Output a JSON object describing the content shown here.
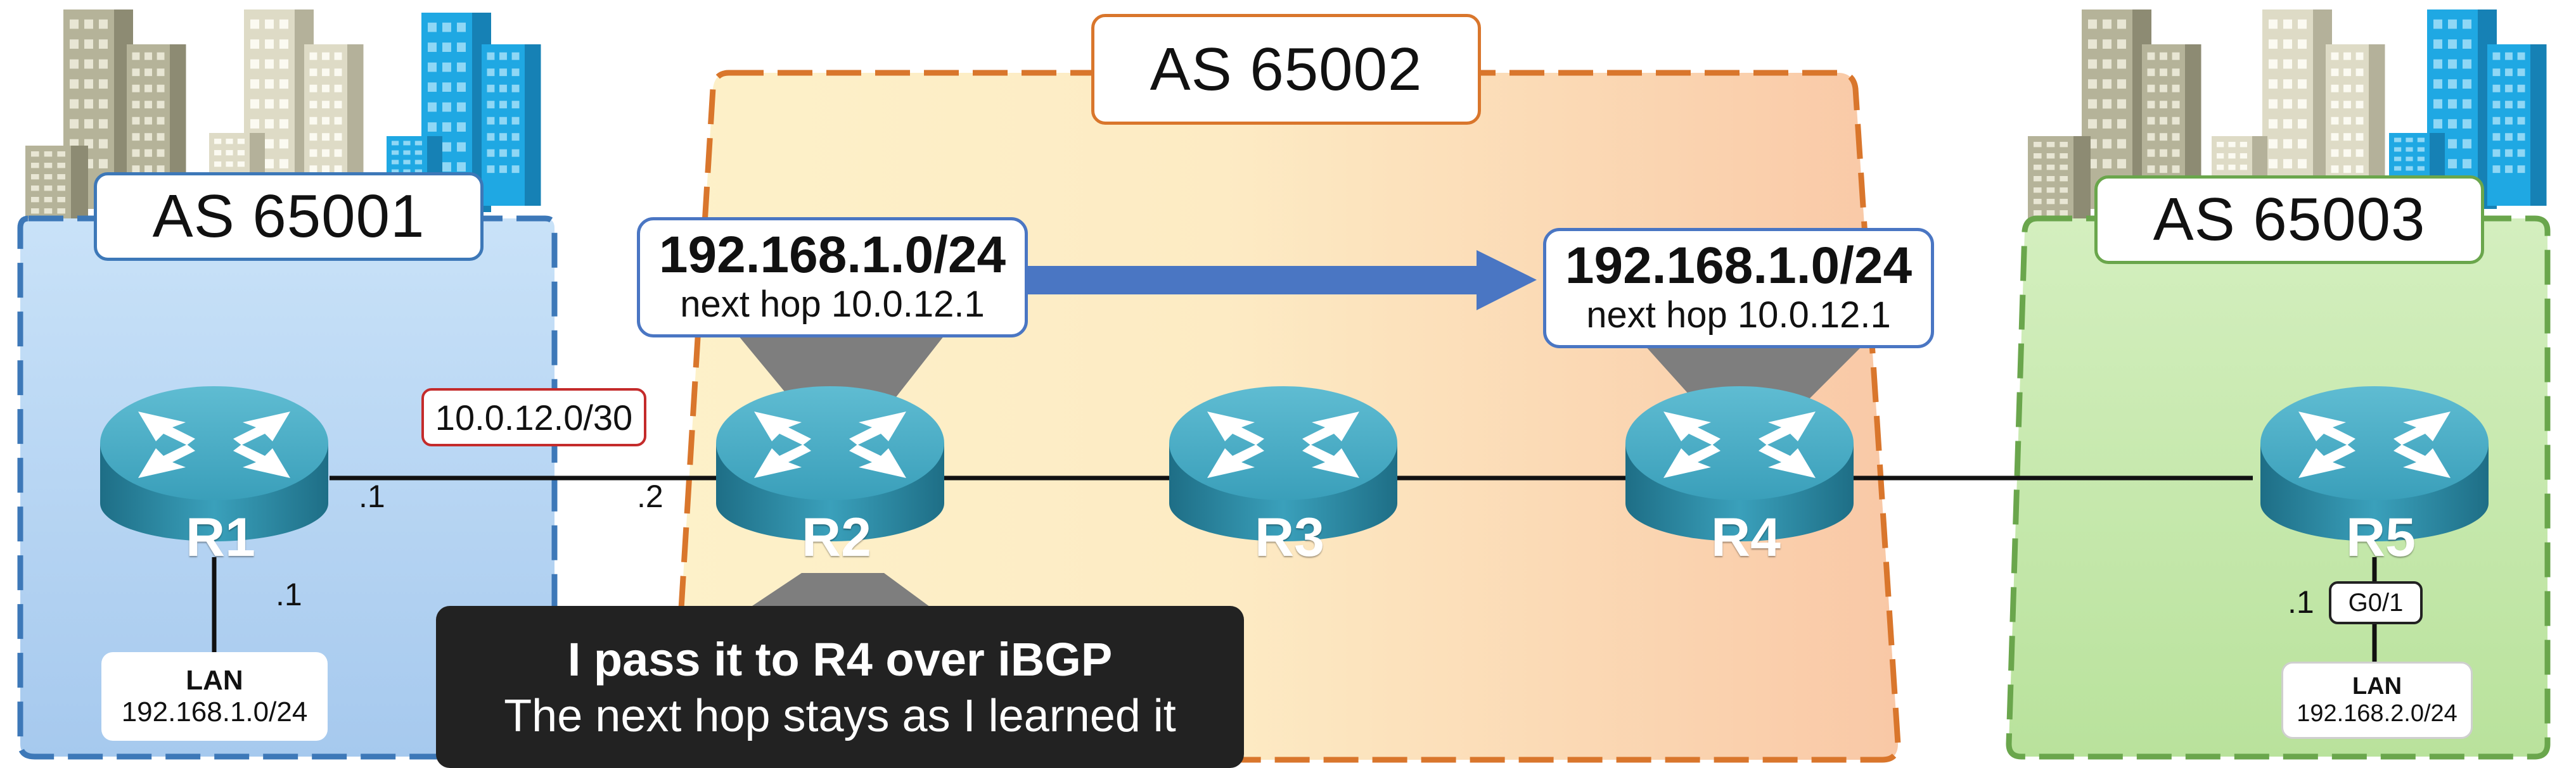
{
  "autonomous_systems": [
    {
      "label": "AS 65001"
    },
    {
      "label": "AS 65002"
    },
    {
      "label": "AS 65003"
    }
  ],
  "routers": [
    {
      "name": "R1"
    },
    {
      "name": "R2"
    },
    {
      "name": "R3"
    },
    {
      "name": "R4"
    },
    {
      "name": "R5"
    }
  ],
  "subnet_label": "10.0.12.0/30",
  "interface_addresses": {
    "r1_wan": ".1",
    "r2_wan": ".2",
    "r1_lan": ".1",
    "r5_lan": ".1"
  },
  "interface_name": "G0/1",
  "lans": [
    {
      "title": "LAN",
      "subnet": "192.168.1.0/24"
    },
    {
      "title": "LAN",
      "subnet": "192.168.2.0/24"
    }
  ],
  "route_advertisements": [
    {
      "prefix": "192.168.1.0/24",
      "next_hop": "next hop 10.0.12.1"
    },
    {
      "prefix": "192.168.1.0/24",
      "next_hop": "next hop 10.0.12.1"
    }
  ],
  "speech": {
    "line1": "I pass it to R4 over iBGP",
    "line2": "The next hop stays as I learned it"
  },
  "colors": {
    "as65001_fill": "#b3d4f2",
    "as65001_border": "#3d78b8",
    "as65002_fill": "#fbd6b4",
    "as65002_border": "#d9762c",
    "as65003_fill": "#c6e8b0",
    "as65003_border": "#6aa64c",
    "router_body": "#2f8ea8",
    "arrow": "#4a76c3",
    "subnet_border": "#c42b2b"
  }
}
